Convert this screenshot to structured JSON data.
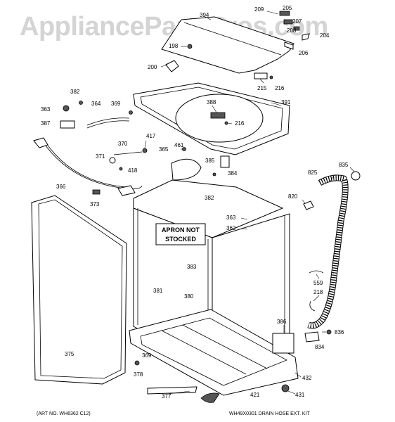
{
  "watermark": "AppliancePartsPros.com",
  "callout_note": {
    "line1": "APRON NOT",
    "line2": "STOCKED"
  },
  "art_number": "(ART NO. WH6362 C12)",
  "drain_hose_note": "WH49X0301 DRAIN HOSE EXT. KIT",
  "labels": {
    "l394": "394",
    "l209a": "209",
    "l205": "205",
    "l207": "207",
    "l208": "208",
    "l204": "204",
    "l206": "206",
    "l198": "198",
    "l200": "200",
    "l215": "215",
    "l216a": "216",
    "l382a": "382",
    "l364": "364",
    "l369a": "369",
    "l363a": "363",
    "l387": "387",
    "l388": "388",
    "l391": "391",
    "l216b": "216",
    "l417": "417",
    "l370": "370",
    "l371": "371",
    "l418": "418",
    "l461": "461",
    "l365": "365",
    "l385": "385",
    "l384": "384",
    "l835": "835",
    "l825": "825",
    "l366": "366",
    "l373": "373",
    "l382b": "382",
    "l820": "820",
    "l363b": "363",
    "l362": "362",
    "l383": "383",
    "l559": "559",
    "l381": "381",
    "l380": "380",
    "l218": "218",
    "l386": "386",
    "l836": "836",
    "l834": "834",
    "l375": "375",
    "l369b": "369",
    "l378": "378",
    "l432": "432",
    "l421": "421",
    "l431": "431",
    "l377": "377"
  }
}
